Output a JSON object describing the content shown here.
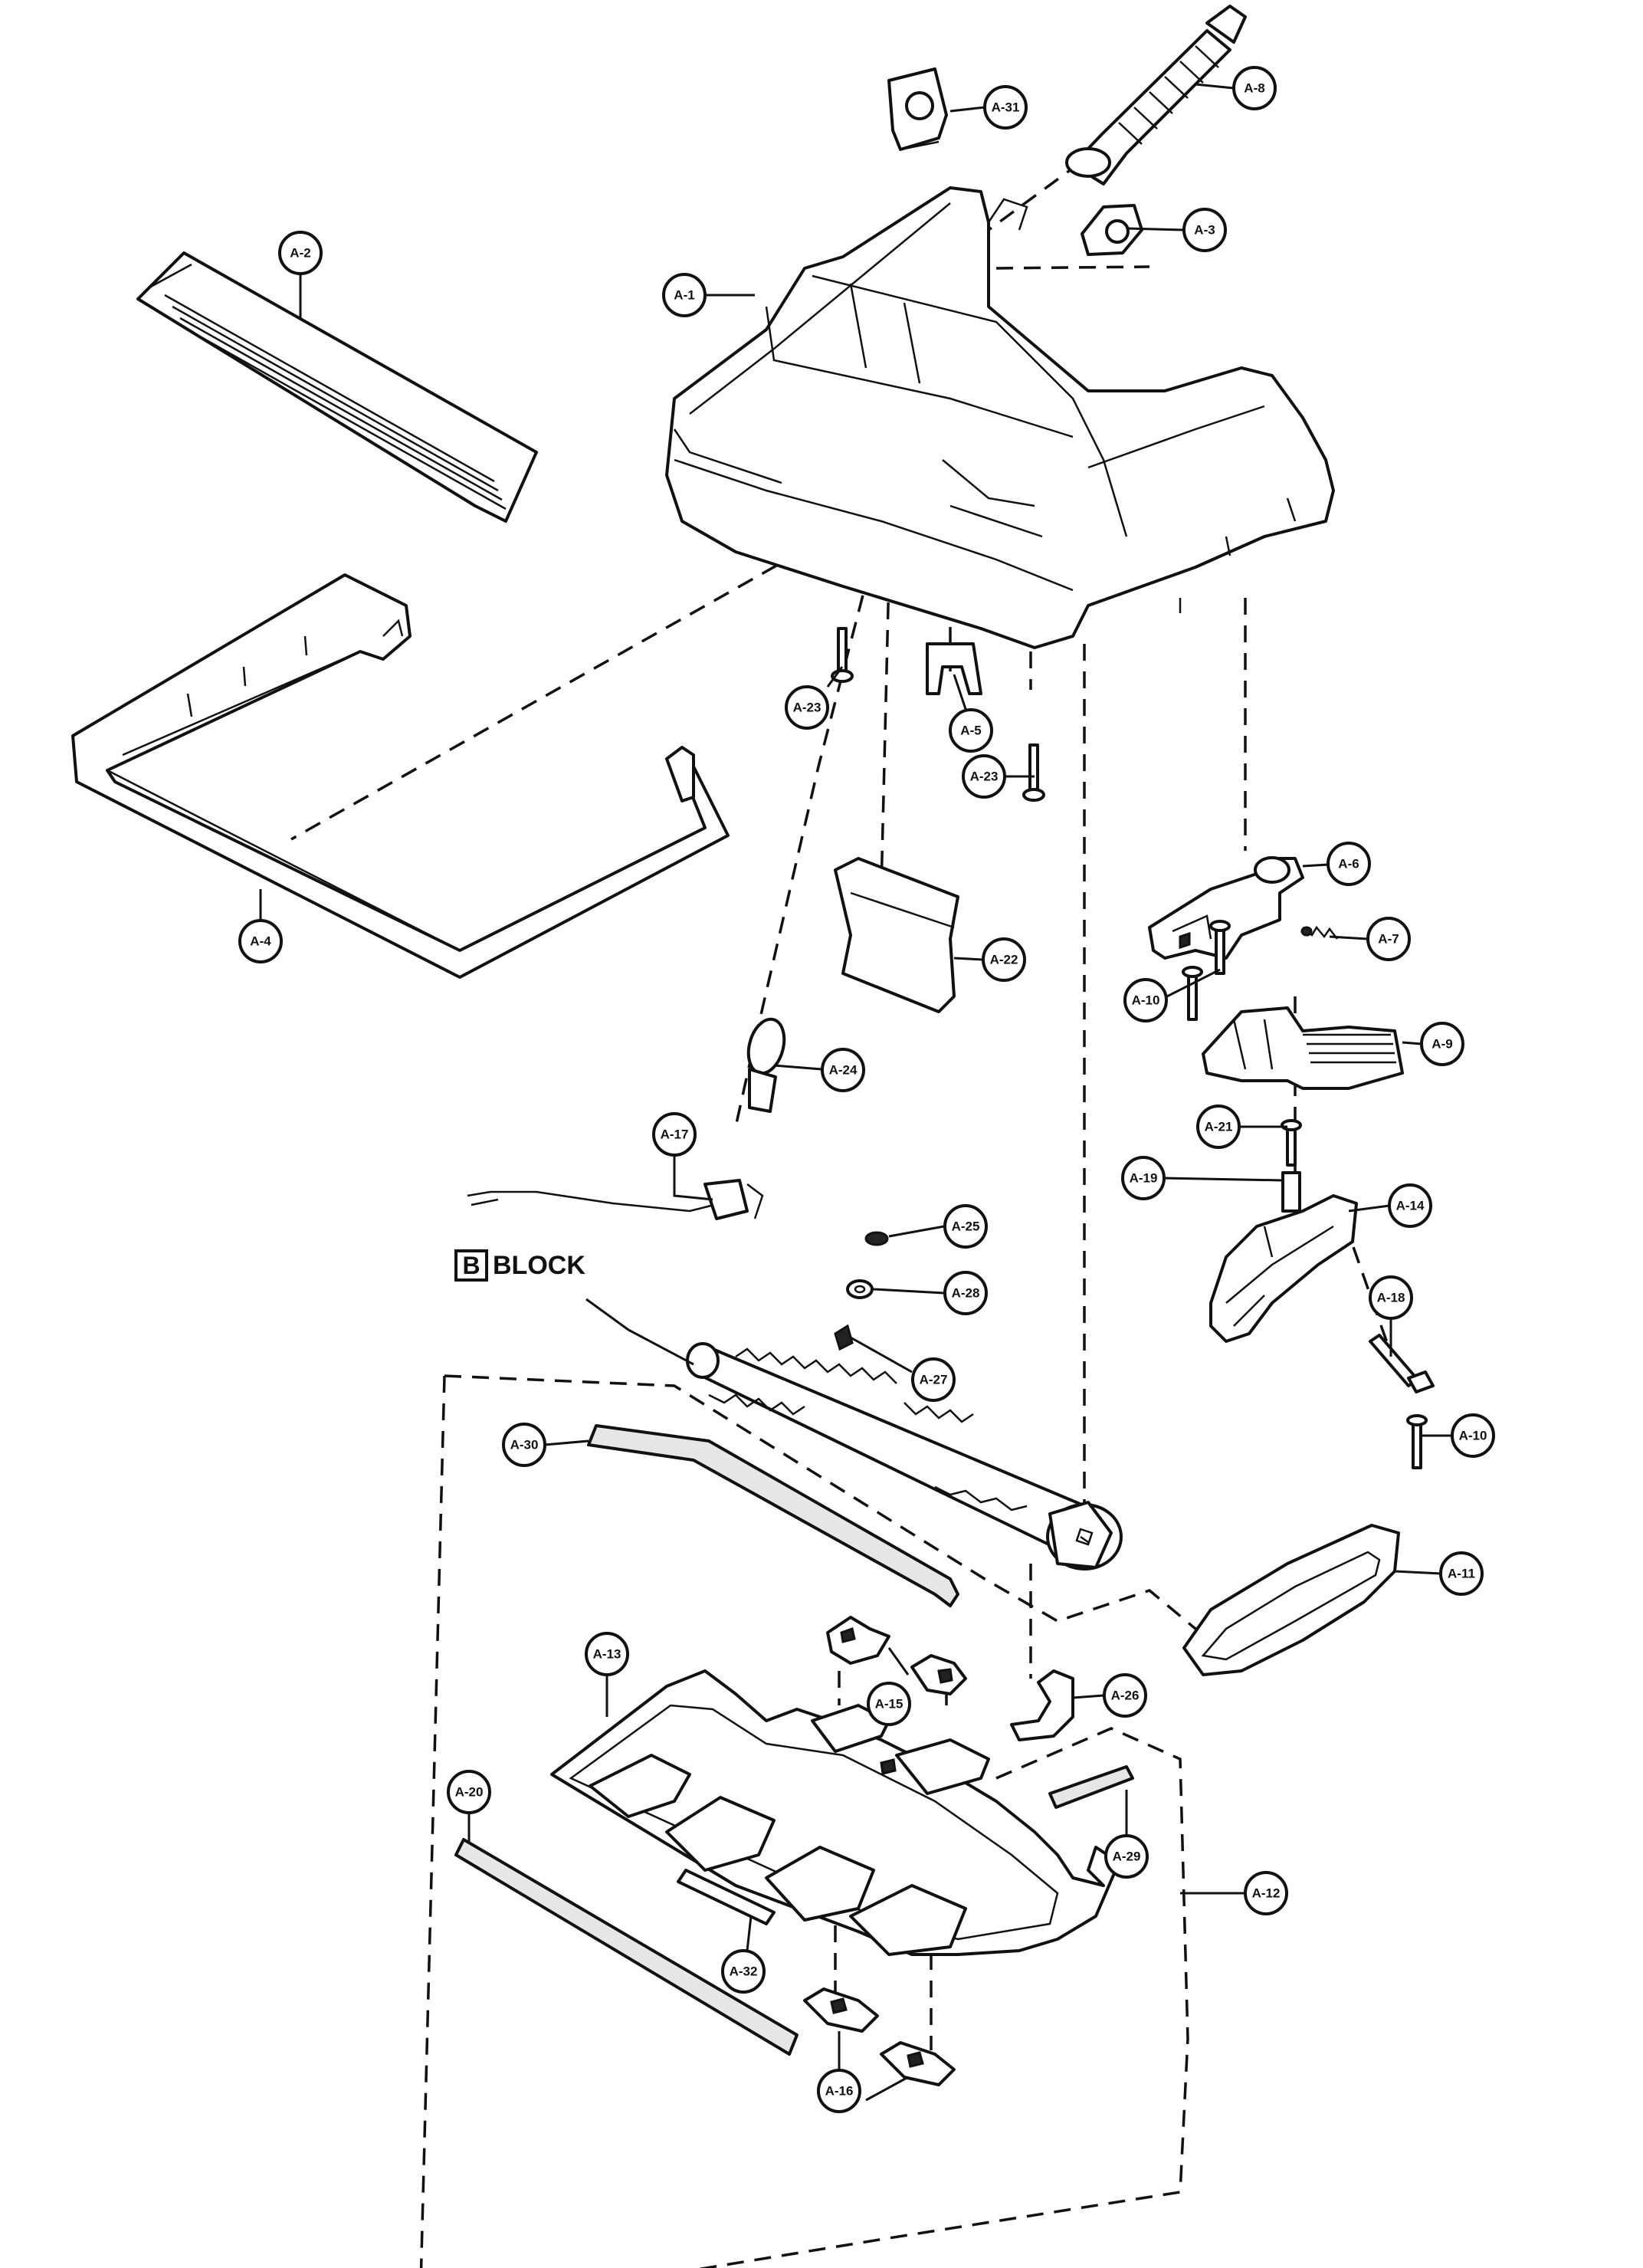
{
  "block_label": {
    "letter": "B",
    "text": "BLOCK"
  },
  "callouts": [
    {
      "id": "a31",
      "label": "A-31"
    },
    {
      "id": "a8",
      "label": "A-8"
    },
    {
      "id": "a3",
      "label": "A-3"
    },
    {
      "id": "a2",
      "label": "A-2"
    },
    {
      "id": "a1",
      "label": "A-1"
    },
    {
      "id": "a23a",
      "label": "A-23"
    },
    {
      "id": "a5",
      "label": "A-5"
    },
    {
      "id": "a23b",
      "label": "A-23"
    },
    {
      "id": "a4",
      "label": "A-4"
    },
    {
      "id": "a6",
      "label": "A-6"
    },
    {
      "id": "a7",
      "label": "A-7"
    },
    {
      "id": "a22",
      "label": "A-22"
    },
    {
      "id": "a10a",
      "label": "A-10"
    },
    {
      "id": "a9",
      "label": "A-9"
    },
    {
      "id": "a24",
      "label": "A-24"
    },
    {
      "id": "a21",
      "label": "A-21"
    },
    {
      "id": "a17",
      "label": "A-17"
    },
    {
      "id": "a19",
      "label": "A-19"
    },
    {
      "id": "a14",
      "label": "A-14"
    },
    {
      "id": "a25",
      "label": "A-25"
    },
    {
      "id": "a28",
      "label": "A-28"
    },
    {
      "id": "a27",
      "label": "A-27"
    },
    {
      "id": "a18",
      "label": "A-18"
    },
    {
      "id": "a10b",
      "label": "A-10"
    },
    {
      "id": "a30",
      "label": "A-30"
    },
    {
      "id": "a11",
      "label": "A-11"
    },
    {
      "id": "a13",
      "label": "A-13"
    },
    {
      "id": "a15",
      "label": "A-15"
    },
    {
      "id": "a26",
      "label": "A-26"
    },
    {
      "id": "a29",
      "label": "A-29"
    },
    {
      "id": "a20",
      "label": "A-20"
    },
    {
      "id": "a12",
      "label": "A-12"
    },
    {
      "id": "a32",
      "label": "A-32"
    },
    {
      "id": "a16",
      "label": "A-16"
    }
  ]
}
